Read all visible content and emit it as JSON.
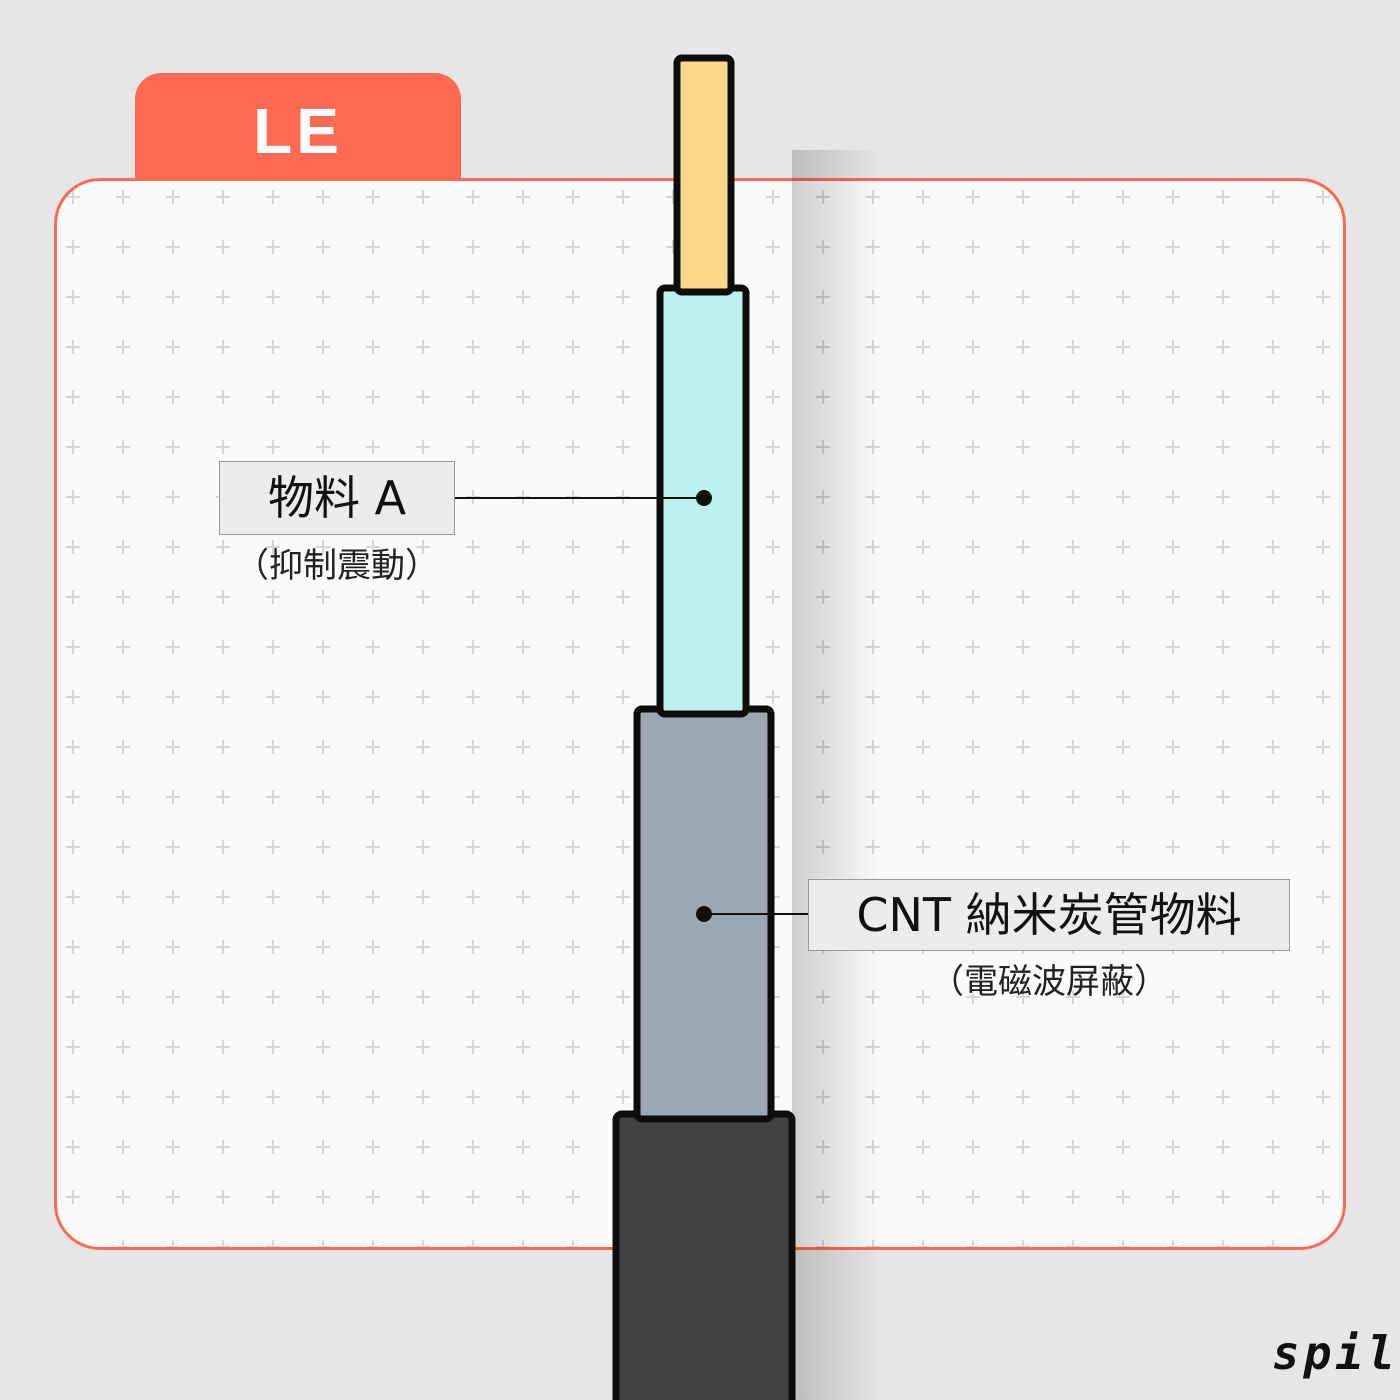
{
  "tab": {
    "label": "LE"
  },
  "labels": {
    "material_a": {
      "title": "物料 A",
      "subtitle": "（抑制震動）"
    },
    "cnt": {
      "title": "CNT 納米炭管物料",
      "subtitle": "（電磁波屏蔽）"
    }
  },
  "logo": {
    "text": "spill"
  },
  "colors": {
    "accent": "#ff6a55",
    "core": "#ffd98a",
    "layer_a": "#bff2ee",
    "layer_cnt": "#9ca8b1",
    "jacket": "#424242"
  }
}
